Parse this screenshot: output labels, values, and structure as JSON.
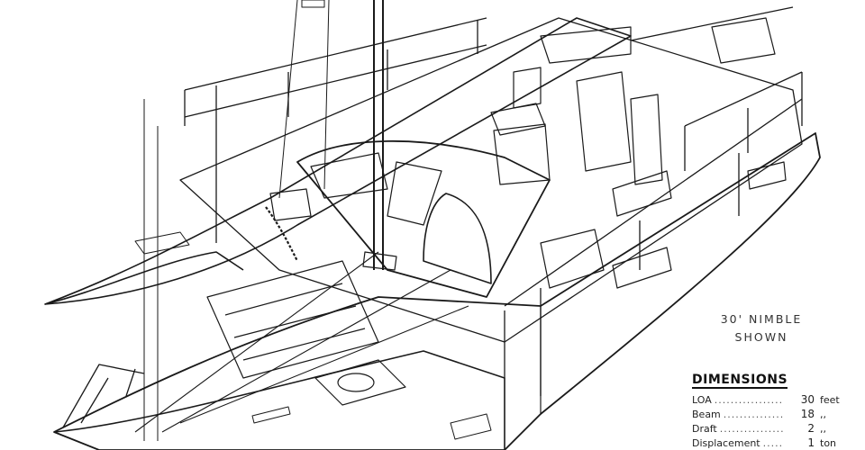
{
  "caption": {
    "line1": "30' NIMBLE",
    "line2": "SHOWN"
  },
  "dimensions": {
    "title": "DIMENSIONS",
    "rows": [
      {
        "label": "LOA",
        "value": "30",
        "unit": "feet"
      },
      {
        "label": "Beam",
        "value": "18",
        "unit": ",,"
      },
      {
        "label": "Draft",
        "value": "2",
        "unit": ",,"
      },
      {
        "label": "Displacement",
        "value": "1",
        "unit": "ton"
      }
    ]
  }
}
